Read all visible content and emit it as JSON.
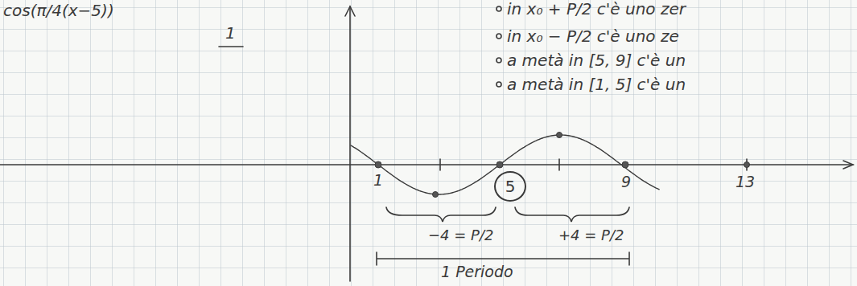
{
  "diagram": {
    "nodes": [
      {
        "text": [
          "5"
        ]
      }
    ],
    "labels": [
      "cos(π/4(x−5))",
      "1",
      "in x₀ + P/2 c'è uno zer",
      "in x₀ − P/2 c'è uno ze",
      "a metà in [5, 9] c'è un",
      "a metà in [1, 5] c'è un",
      "1",
      "9",
      "13",
      "−4 = P/2",
      "+4 = P/2",
      "1 Periodo"
    ]
  }
}
